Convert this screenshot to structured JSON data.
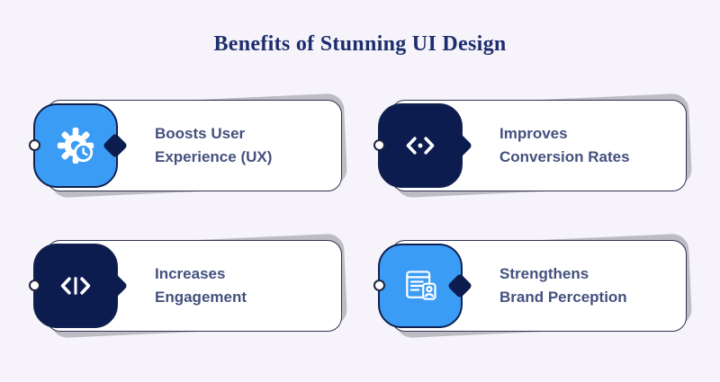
{
  "title": "Benefits of Stunning UI Design",
  "colors": {
    "background": "#f6f4fa",
    "title": "#1d2d6e",
    "card_text": "#44517e",
    "accent_blue": "#3b9cf6",
    "navy": "#0d1c4e",
    "card_border": "#2e3350",
    "shadow": "#bdbcc4",
    "icon": "#ffffff"
  },
  "cards": [
    {
      "icon": "gear-clock-icon",
      "tile_color": "#3b9cf6",
      "text": "Boosts User\nExperience (UX)"
    },
    {
      "icon": "code-brackets-icon",
      "tile_color": "#0d1c4e",
      "text": "Improves\nConversion Rates"
    },
    {
      "icon": "code-line-icon",
      "tile_color": "#0d1c4e",
      "text": "Increases\nEngagement"
    },
    {
      "icon": "browser-wireframe-icon",
      "tile_color": "#3b9cf6",
      "text": "Strengthens\nBrand Perception"
    }
  ]
}
